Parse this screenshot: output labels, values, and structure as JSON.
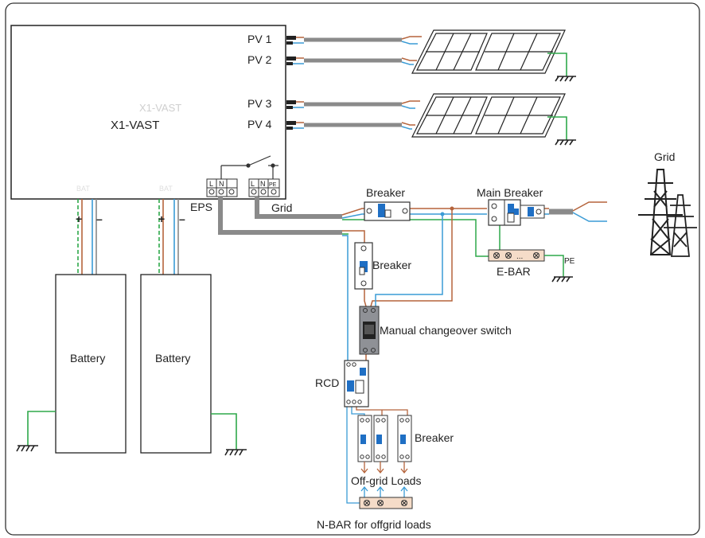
{
  "inverter": {
    "label": "X1-VAST",
    "ghost_label": "X1-VAST"
  },
  "pv_ports": [
    "PV 1",
    "PV 2",
    "PV 3",
    "PV 4"
  ],
  "eps_terminals": [
    "L",
    "N"
  ],
  "grid_terminals": [
    "L",
    "N",
    "PE"
  ],
  "labels": {
    "eps": "EPS",
    "grid_port": "Grid",
    "grid": "Grid",
    "breaker_top": "Breaker",
    "main_breaker": "Main Breaker",
    "breaker_mid": "Breaker",
    "ebar": "E-BAR",
    "ebar_dots": "...",
    "pe": "PE",
    "manual_switch": "Manual changeover switch",
    "rcd": "RCD",
    "breaker_loads": "Breaker",
    "offgrid_loads": "Off-grid Loads",
    "nbar": "N-BAR for offgrid loads"
  },
  "batteries": [
    {
      "label": "Battery",
      "plus": "+",
      "minus": "–"
    },
    {
      "label": "Battery",
      "plus": "+",
      "minus": "–"
    }
  ],
  "colors": {
    "live": "#b5643c",
    "neutral": "#3a9bd5",
    "earth": "#2ea84a",
    "cable": "#888888",
    "breaker_blue": "#1f6fc4",
    "frame": "#333333"
  }
}
